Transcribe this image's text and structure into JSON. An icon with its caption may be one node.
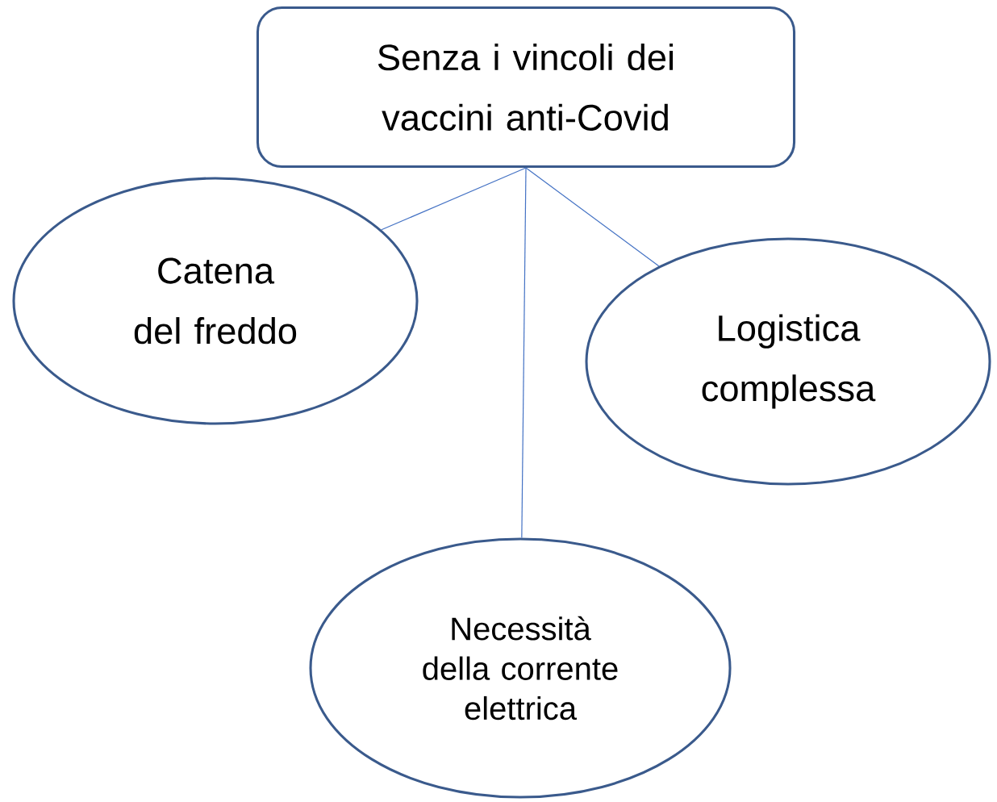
{
  "diagram": {
    "nodes": [
      {
        "text": [
          "Senza i vincoli dei vaccini anti-Covid"
        ]
      },
      {
        "text": [
          "Catena del freddo"
        ]
      },
      {
        "text": [
          "Logistica complessa"
        ]
      },
      {
        "text": [
          "Necessità della corrente elettrica"
        ]
      }
    ],
    "edges": [
      {
        "from": 0,
        "to": 1,
        "arrow": "none"
      },
      {
        "from": 0,
        "to": 3,
        "arrow": "none"
      },
      {
        "from": 0,
        "to": 2,
        "arrow": "none"
      }
    ]
  }
}
